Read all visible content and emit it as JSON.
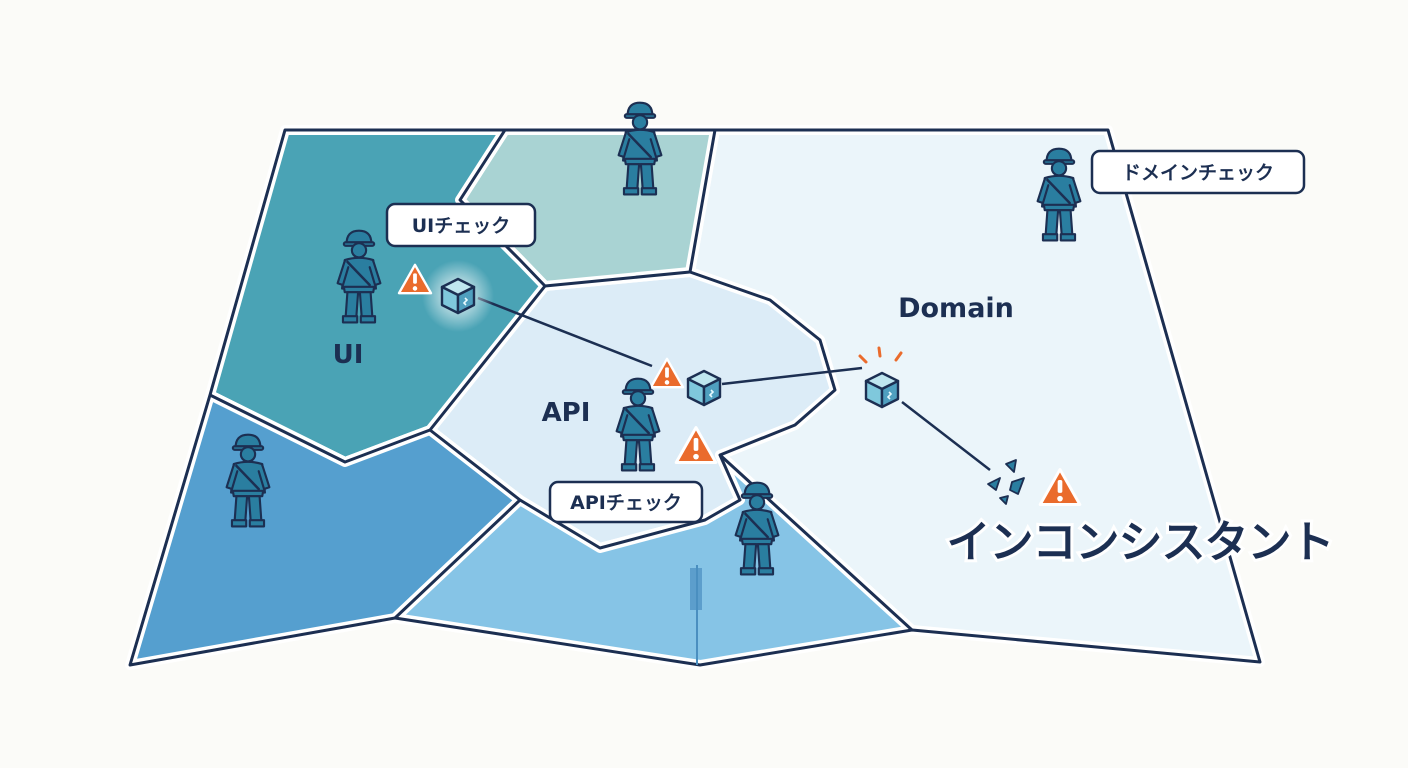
{
  "labels": {
    "region_ui": "UI",
    "region_api": "API",
    "region_domain": "Domain",
    "check_ui": "UIチェック",
    "check_api": "APIチェック",
    "check_domain": "ドメインチェック",
    "inconsistent": "インコンシスタント"
  },
  "colors": {
    "outline": "#1c2f52",
    "region_ui": "#4aa3b5",
    "region_top": "#a9d3d3",
    "region_left": "#559fcf",
    "region_api": "#dcecf7",
    "region_bottom": "#86c4e6",
    "region_domain": "#ebf5fa",
    "soldier": "#2a7ea0",
    "cube": "#7fc8dc",
    "warning": "#ea6b2c"
  },
  "icons": [
    "soldier-icon",
    "cube-icon",
    "warning-icon",
    "spark-icon",
    "shard-icon"
  ]
}
